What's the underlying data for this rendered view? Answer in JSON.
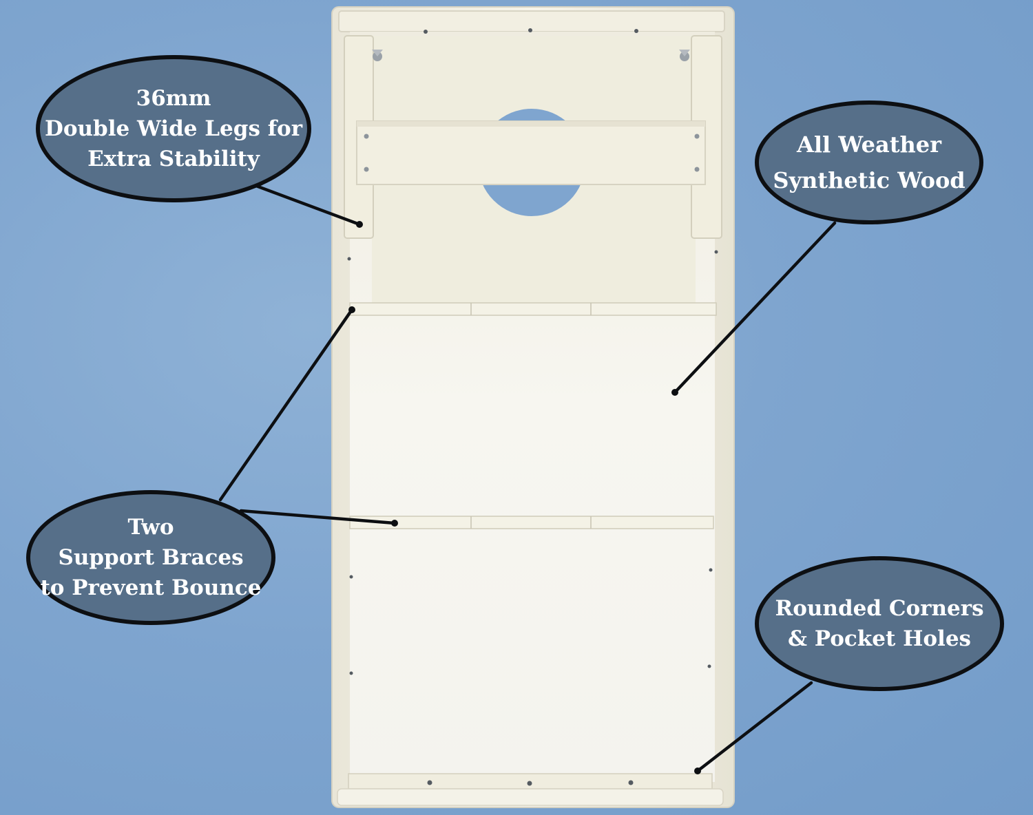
{
  "colors": {
    "background": "#7fa5cf",
    "callout_fill": "#566f89",
    "callout_border": "#0d0f12",
    "callout_text": "#ffffff",
    "board": "#f3f0e2",
    "board_panel": "#f7f6ee"
  },
  "callouts": {
    "legs": {
      "line1": "36mm",
      "line2": "Double Wide Legs for",
      "line3": "Extra Stability"
    },
    "wood": {
      "line1": "All Weather",
      "line2": "Synthetic Wood"
    },
    "braces": {
      "line1": "Two",
      "line2": "Support Braces",
      "line3": "to Prevent Bounce"
    },
    "corners": {
      "line1": "Rounded Corners",
      "line2": "& Pocket Holes"
    }
  }
}
